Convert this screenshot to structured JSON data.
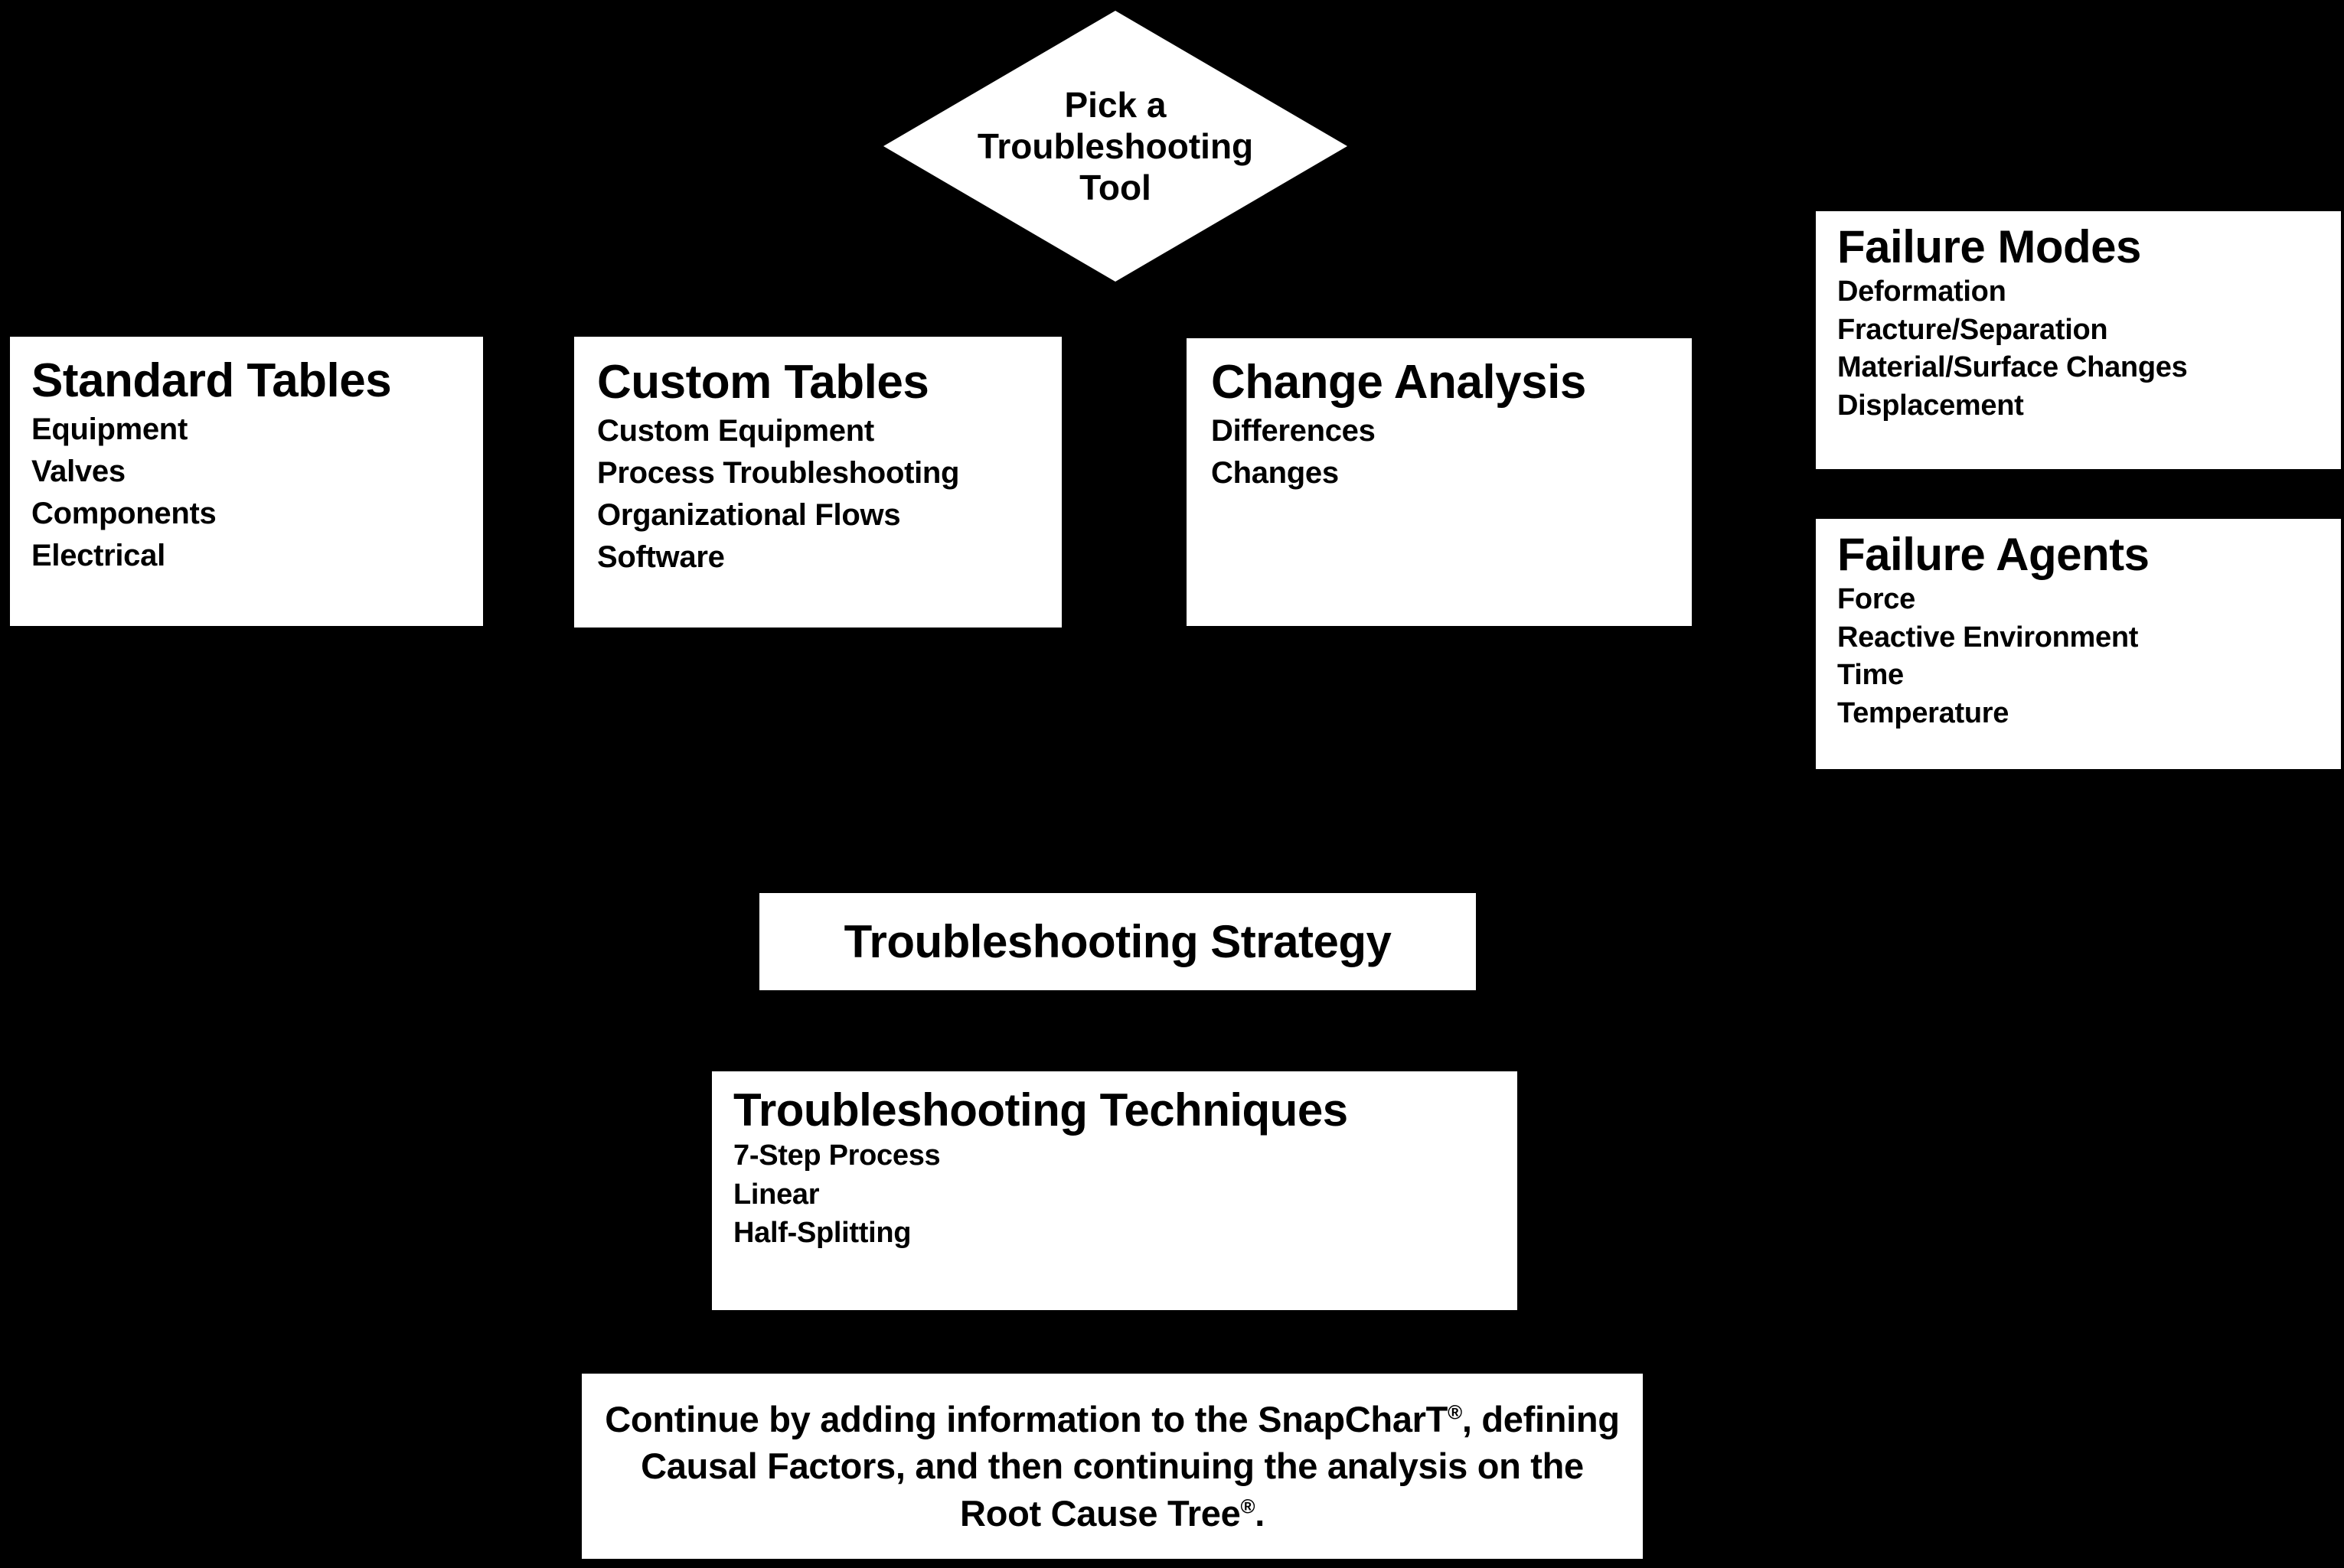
{
  "theme": {
    "background": "#000000",
    "box_fill": "#ffffff",
    "text": "#000000"
  },
  "decision": {
    "shape": "diamond",
    "line1": "Pick a",
    "line2": "Troubleshooting",
    "line3": "Tool"
  },
  "tools": [
    {
      "id": "standard-tables",
      "title": "Standard Tables",
      "items": [
        "Equipment",
        "Valves",
        "Components",
        "Electrical"
      ]
    },
    {
      "id": "custom-tables",
      "title": "Custom Tables",
      "items": [
        "Custom Equipment",
        "Process Troubleshooting",
        "Organizational Flows",
        "Software"
      ]
    },
    {
      "id": "change-analysis",
      "title": "Change Analysis",
      "items": [
        "Differences",
        "Changes"
      ]
    }
  ],
  "reference": [
    {
      "id": "failure-modes",
      "title": "Failure Modes",
      "items": [
        "Deformation",
        "Fracture/Separation",
        "Material/Surface Changes",
        "Displacement"
      ]
    },
    {
      "id": "failure-agents",
      "title": "Failure Agents",
      "items": [
        "Force",
        "Reactive Environment",
        "Time",
        "Temperature"
      ]
    }
  ],
  "strategy": {
    "title": "Troubleshooting Strategy"
  },
  "techniques": {
    "title": "Troubleshooting Techniques",
    "items": [
      "7-Step Process",
      "Linear",
      "Half-Splitting"
    ]
  },
  "continue_note": {
    "part1": "Continue by adding information to the SnapCharT",
    "mark1": "®",
    "part2": ", defining Causal Factors, and then continuing the analysis on the Root Cause Tree",
    "mark2": "®",
    "part3": "."
  }
}
